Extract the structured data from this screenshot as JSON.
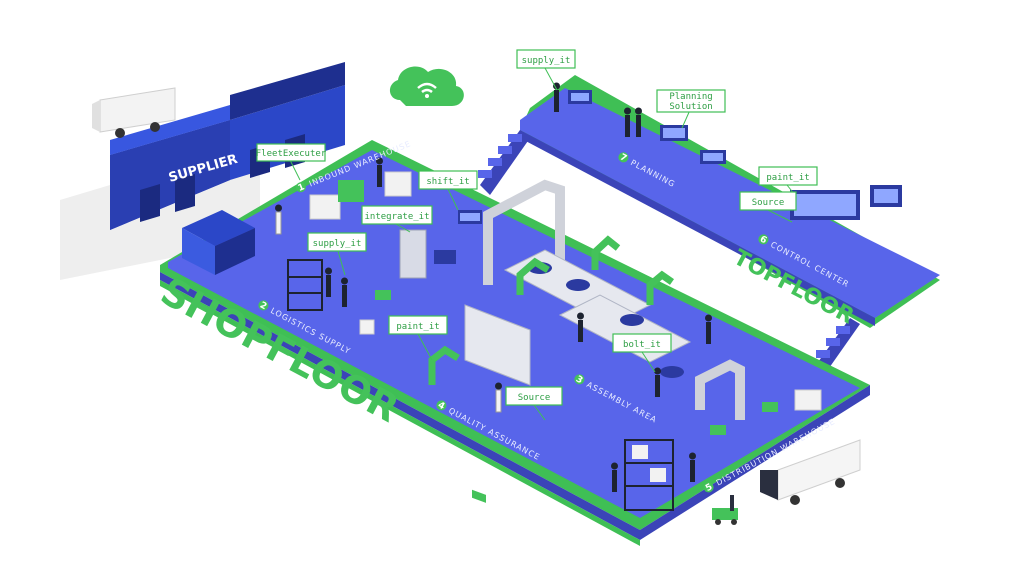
{
  "colors": {
    "floor": "#5865ea",
    "floor_dark": "#3b44b8",
    "edge_green": "#44c25a",
    "supplier": "#2b47c8",
    "tag_border": "#3fbf55",
    "tag_text": "#2e9e44"
  },
  "labels": {
    "shopfloor": "SHOPFLOOR",
    "topfloor": "TOPFLOOR",
    "supplier": "SUPPLIER"
  },
  "areas": [
    {
      "num": "1",
      "name": "INBOUND WAREHOUSE"
    },
    {
      "num": "2",
      "name": "LOGISTICS SUPPLY"
    },
    {
      "num": "3",
      "name": "ASSEMBLY AREA"
    },
    {
      "num": "4",
      "name": "QUALITY ASSURANCE"
    },
    {
      "num": "5",
      "name": "DISTRIBUTION WAREHOUSE"
    },
    {
      "num": "6",
      "name": "CONTROL CENTER"
    },
    {
      "num": "7",
      "name": "PLANNING"
    }
  ],
  "tags": {
    "supply_top": "supply_it",
    "planning_l1": "Planning",
    "planning_l2": "Solution",
    "paint_top": "paint_it",
    "source_top": "Source",
    "fleet": "FleetExecuter",
    "shift": "shift_it",
    "integrate": "integrate_it",
    "supply_floor": "supply_it",
    "paint_floor": "paint_it",
    "bolt": "bolt_it",
    "source_floor": "Source"
  },
  "icons": [
    "cloud-wifi-icon",
    "truck-icon",
    "robot-arm-icon",
    "forklift-icon",
    "shelf-icon",
    "workstation-icon",
    "worker-icon"
  ]
}
